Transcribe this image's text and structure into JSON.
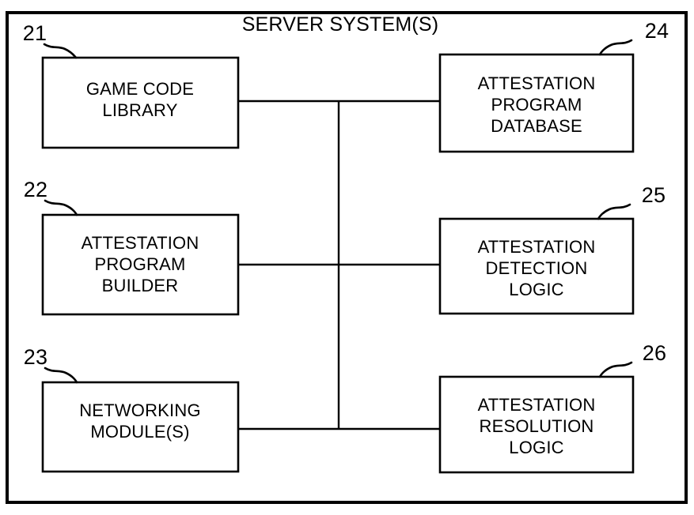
{
  "figure": {
    "title": "SERVER SYSTEM(S)",
    "frame": {
      "label": "server-system-boundary"
    }
  },
  "blocks": [
    {
      "ref": "21",
      "name": "game-code-library",
      "lines": [
        "GAME CODE",
        "LIBRARY"
      ],
      "line1": "GAME CODE",
      "line2": "LIBRARY",
      "line3": ""
    },
    {
      "ref": "22",
      "name": "attestation-program-builder",
      "lines": [
        "ATTESTATION",
        "PROGRAM",
        "BUILDER"
      ],
      "line1": "ATTESTATION",
      "line2": "PROGRAM",
      "line3": "BUILDER"
    },
    {
      "ref": "23",
      "name": "networking-modules",
      "lines": [
        "NETWORKING",
        "MODULE(S)"
      ],
      "line1": "NETWORKING",
      "line2": "MODULE(S)",
      "line3": ""
    },
    {
      "ref": "24",
      "name": "attestation-program-database",
      "lines": [
        "ATTESTATION",
        "PROGRAM",
        "DATABASE"
      ],
      "line1": "ATTESTATION",
      "line2": "PROGRAM",
      "line3": "DATABASE"
    },
    {
      "ref": "25",
      "name": "attestation-detection-logic",
      "lines": [
        "ATTESTATION",
        "DETECTION",
        "LOGIC"
      ],
      "line1": "ATTESTATION",
      "line2": "DETECTION",
      "line3": "LOGIC"
    },
    {
      "ref": "26",
      "name": "attestation-resolution-logic",
      "lines": [
        "ATTESTATION",
        "RESOLUTION",
        "LOGIC"
      ],
      "line1": "ATTESTATION",
      "line2": "RESOLUTION",
      "line3": "LOGIC"
    }
  ],
  "colors": {
    "stroke": "#000000",
    "fill": "#ffffff",
    "background": "#ffffff"
  }
}
